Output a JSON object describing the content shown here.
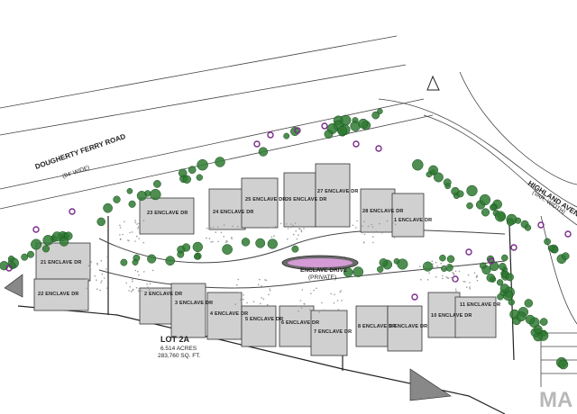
{
  "map": {
    "roads": {
      "dougherty_name": "DOUGHERTY FERRY ROAD",
      "dougherty_width": "(84' WIDE)",
      "highland_name": "HIGHLAND AVENUE",
      "highland_width": "(VAR. WIDTH)"
    },
    "drive": {
      "name": "ENCLAVE DRIVE",
      "note": "(PRIVATE)"
    },
    "lot": {
      "name": "LOT 2A",
      "acres": "6.514 ACRES",
      "sqft": "283,760 SQ. FT."
    },
    "house_labels": [
      "21 ENCLAVE DR",
      "22 ENCLAVE DR",
      "23 ENCLAVE DR",
      "24 ENCLAVE DR",
      "25 ENCLAVE DR",
      "26 ENCLAVE DR",
      "27 ENCLAVE DR",
      "28 ENCLAVE DR",
      "1 ENCLAVE DR",
      "2 ENCLAVE DR",
      "3 ENCLAVE DR",
      "4 ENCLAVE DR",
      "5 ENCLAVE DR",
      "6 ENCLAVE DR",
      "7 ENCLAVE DR",
      "8 ENCLAVE DR",
      "9 ENCLAVE DR",
      "10 ENCLAVE DR",
      "11 ENCLAVE DR"
    ],
    "watermark": "MA",
    "colors": {
      "line": "#333333",
      "building": "#cfcfcf",
      "tree": "#2f7a33",
      "shrub": "#7a2a8a",
      "gravel": "#9a9a9a"
    }
  }
}
